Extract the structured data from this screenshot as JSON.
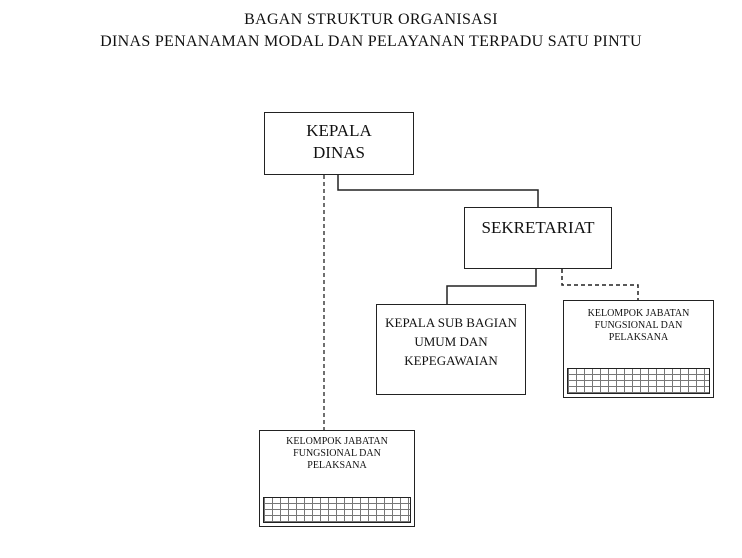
{
  "title": {
    "line1": "BAGAN STRUKTUR ORGANISASI",
    "line2": "DINAS PENANAMAN MODAL DAN PELAYANAN TERPADU SATU PINTU"
  },
  "nodes": {
    "kepala_dinas": {
      "line1": "KEPALA",
      "line2": "DINAS"
    },
    "sekretariat": {
      "label": "SEKRETARIAT"
    },
    "subbagian": {
      "line1": "KEPALA SUB BAGIAN",
      "line2": "UMUM DAN",
      "line3": "KEPEGAWAIAN"
    },
    "kjf_right": {
      "line1": "KELOMPOK JABATAN",
      "line2": "FUNGSIONAL DAN",
      "line3": "PELAKSANA"
    },
    "kjf_left": {
      "line1": "KELOMPOK JABATAN",
      "line2": "FUNGSIONAL DAN",
      "line3": "PELAKSANA"
    }
  },
  "connections": [
    {
      "from": "KEPALA DINAS",
      "to": "SEKRETARIAT",
      "style": "solid"
    },
    {
      "from": "SEKRETARIAT",
      "to": "KEPALA SUB BAGIAN UMUM DAN KEPEGAWAIAN",
      "style": "solid"
    },
    {
      "from": "SEKRETARIAT",
      "to": "KELOMPOK JABATAN FUNGSIONAL DAN PELAKSANA (kanan)",
      "style": "dashed"
    },
    {
      "from": "KEPALA DINAS",
      "to": "KELOMPOK JABATAN FUNGSIONAL DAN PELAKSANA (kiri)",
      "style": "dashed"
    }
  ],
  "colors": {
    "line": "#222222",
    "background": "#ffffff",
    "grid": "#777777"
  }
}
